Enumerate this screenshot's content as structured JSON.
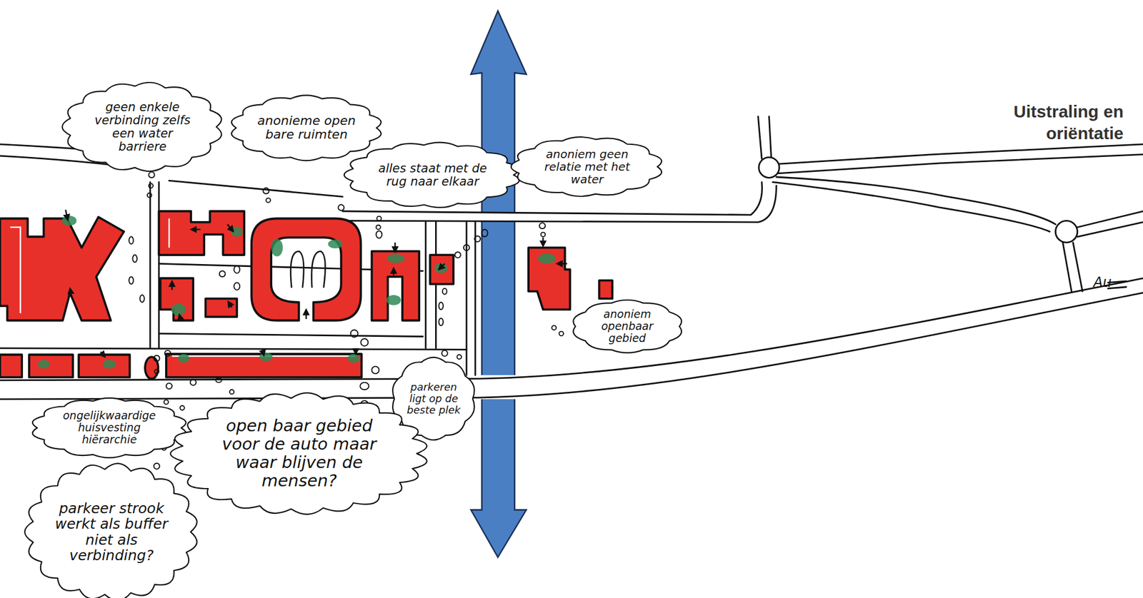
{
  "diagram": {
    "title": "Uitstraling en oriëntatie",
    "nodes": [
      {
        "text": [
          "geen enkele verbinding zelfs een water barriere"
        ]
      },
      {
        "text": [
          "anonieme open bare ruimten"
        ]
      },
      {
        "text": [
          "alles staat met de rug naar elkaar"
        ]
      },
      {
        "text": [
          "anoniem geen relatie met het water"
        ]
      },
      {
        "text": [
          "anoniem openbaar gebied"
        ]
      },
      {
        "text": [
          "parkeren ligt op de beste plek"
        ]
      },
      {
        "text": [
          "ongelijkwaardige huisvesting hiërarchie"
        ]
      },
      {
        "text": [
          "open baar gebied voor de auto maar waar blijven de mensen?"
        ]
      },
      {
        "text": [
          "parkeer strook werkt als buffer niet als verbinding?"
        ]
      }
    ],
    "labels": [
      "Au"
    ]
  }
}
